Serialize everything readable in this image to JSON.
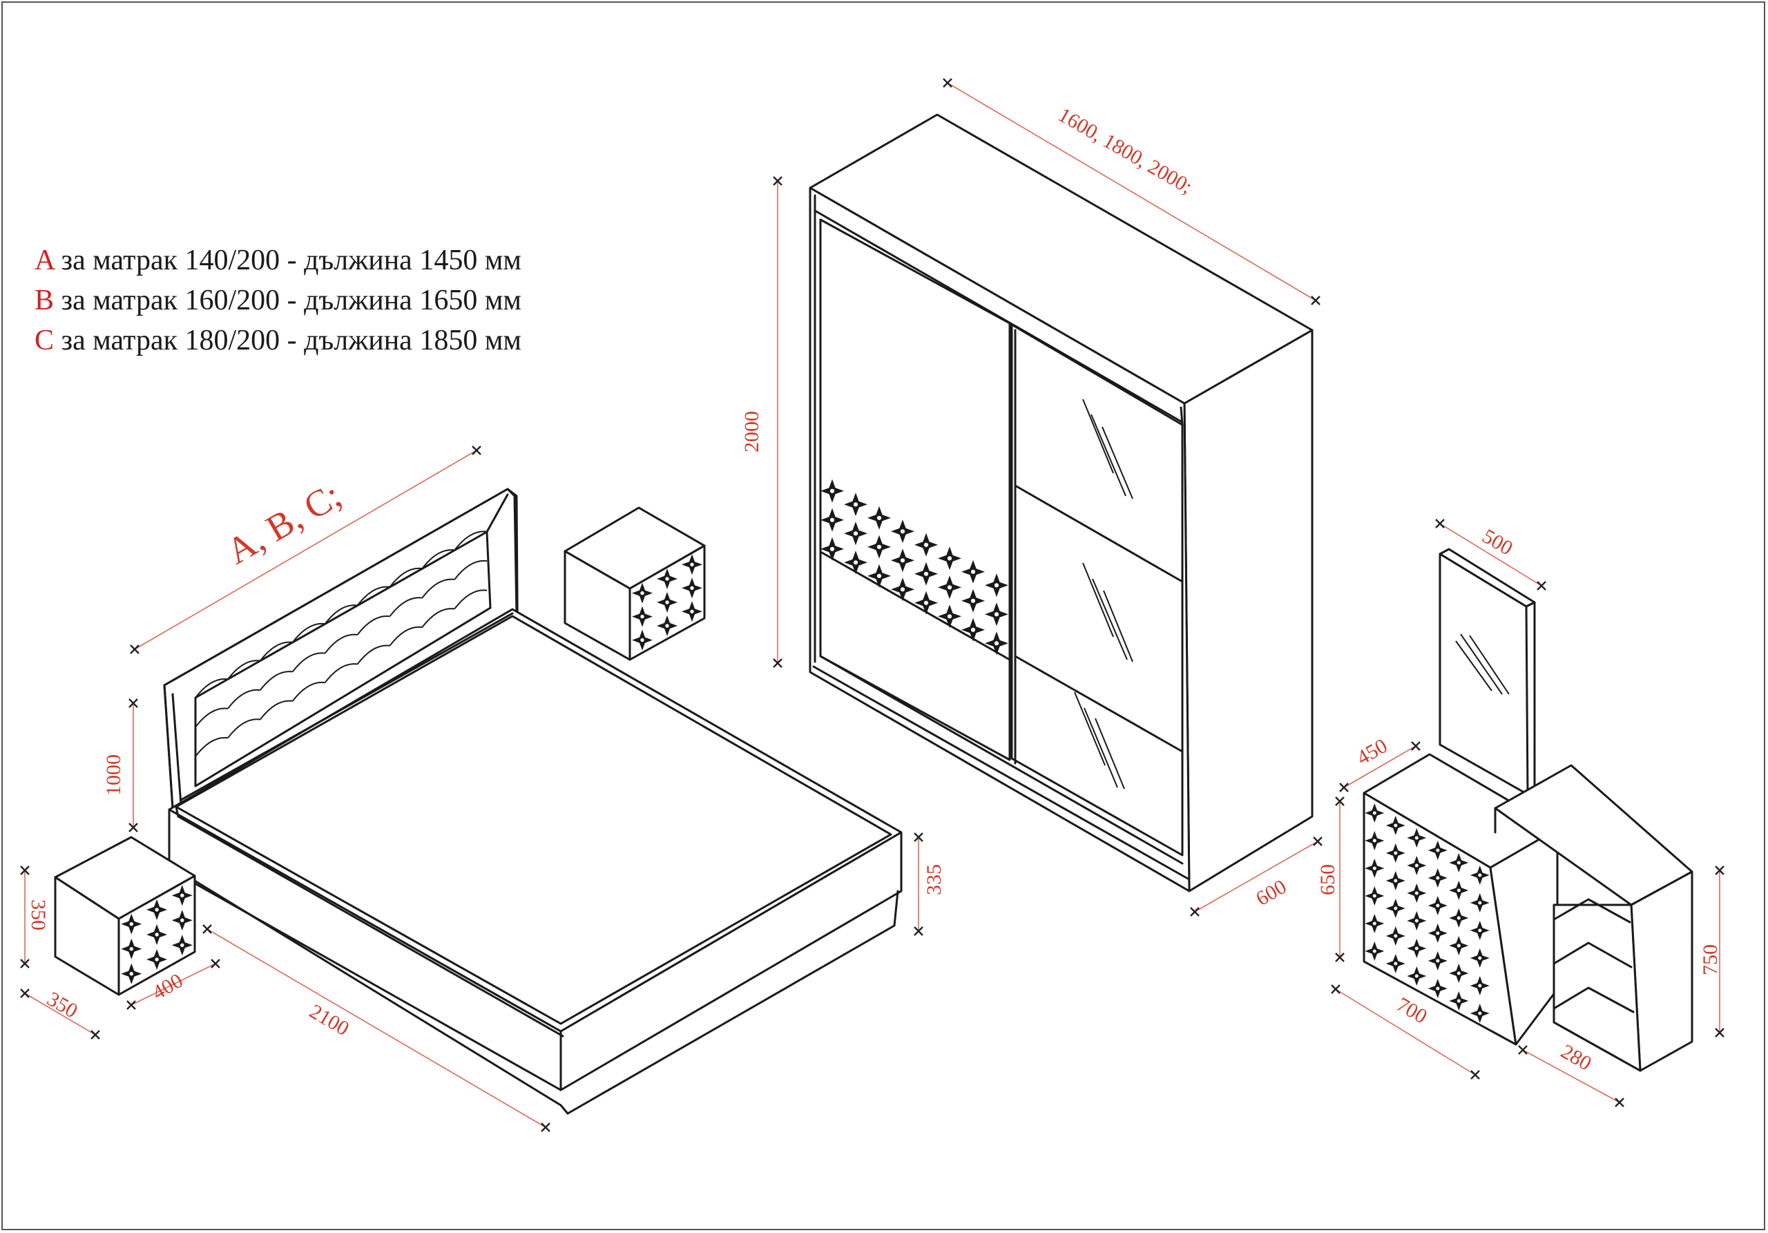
{
  "legend": [
    {
      "letter": "A",
      "text": " за матрак 140/200 - дължина 1450 мм"
    },
    {
      "letter": "B",
      "text": " за матрак 160/200 - дължина 1650 мм"
    },
    {
      "letter": "C",
      "text": " за матрак 180/200 - дължина 1850 мм"
    }
  ],
  "dimensions": {
    "wardrobe_width": "1600, 1800, 2000;",
    "wardrobe_height": "2000",
    "wardrobe_depth": "600",
    "bed_width": "A, B, C;",
    "bed_headboard_height": "1000",
    "bed_frame_height": "335",
    "bed_length": "2100",
    "nightstand_height": "350",
    "nightstand_width": "350",
    "nightstand_depth": "400",
    "mirror_width": "500",
    "dresser_depth": "450",
    "dresser_height": "650",
    "dresser_width": "700",
    "shelf_depth": "280",
    "shelf_height": "750"
  },
  "colors": {
    "dimension_text": "#d03a2a",
    "dimension_line": "#d86a5a",
    "legend_letter": "#d21f1f",
    "outline": "#1a1a1a"
  }
}
